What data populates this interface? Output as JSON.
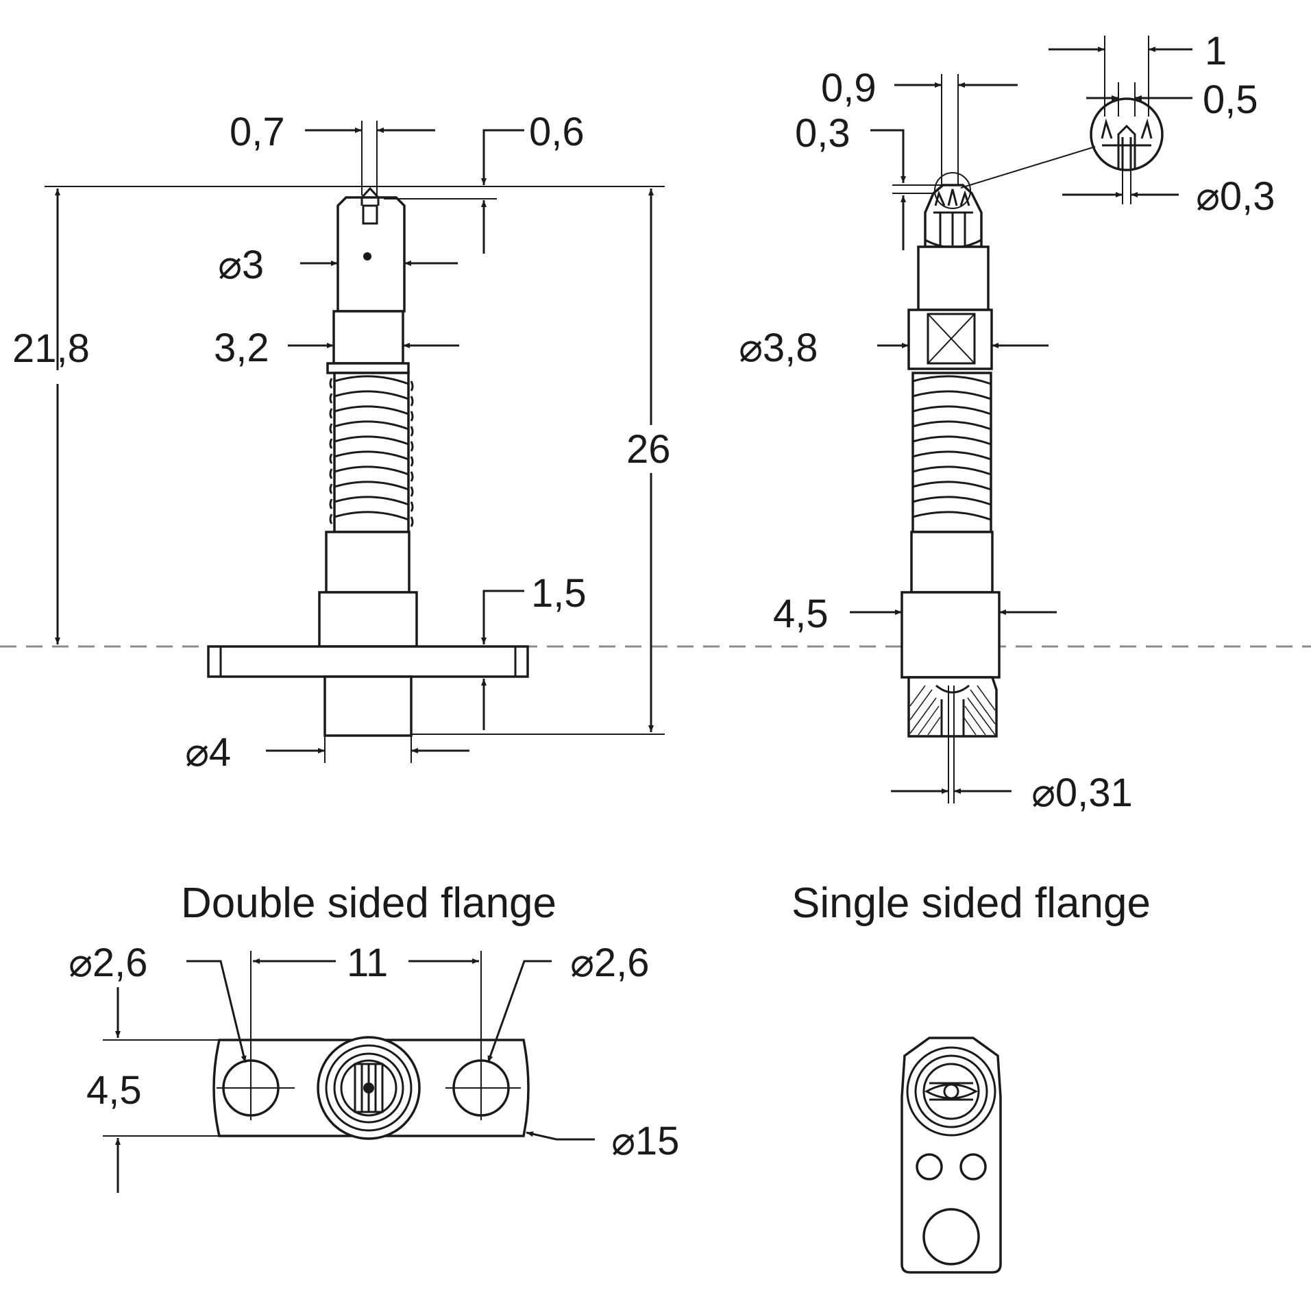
{
  "captions": {
    "double": "Double sided flange",
    "single": "Single sided flange"
  },
  "left_view": {
    "d_top_gap": "0,7",
    "d_tip": "0,6",
    "d_overall": "21,8",
    "d_dia_top": "3",
    "d_collar": "3,2",
    "d_total": "26",
    "d_flange": "1,5",
    "d_dia_bottom": "4"
  },
  "right_view": {
    "d_tip_width": "0,9",
    "d_tip_height": "0,3",
    "d_detail_outer": "1",
    "d_detail_inner": "0,5",
    "d_detail_dia": "0,3",
    "d_collar_dia": "3,8",
    "d_body": "4,5",
    "d_wire_dia": "0,31"
  },
  "bottom_view": {
    "d_hole_left": "2,6",
    "d_hole_right": "2,6",
    "d_pitch": "11",
    "d_height": "4,5",
    "d_length": "15"
  },
  "symbols": {
    "diameter": "⌀"
  },
  "colors": {
    "line": "#1a1a1a",
    "centerline": "#8a8a8a",
    "background": "#ffffff"
  }
}
